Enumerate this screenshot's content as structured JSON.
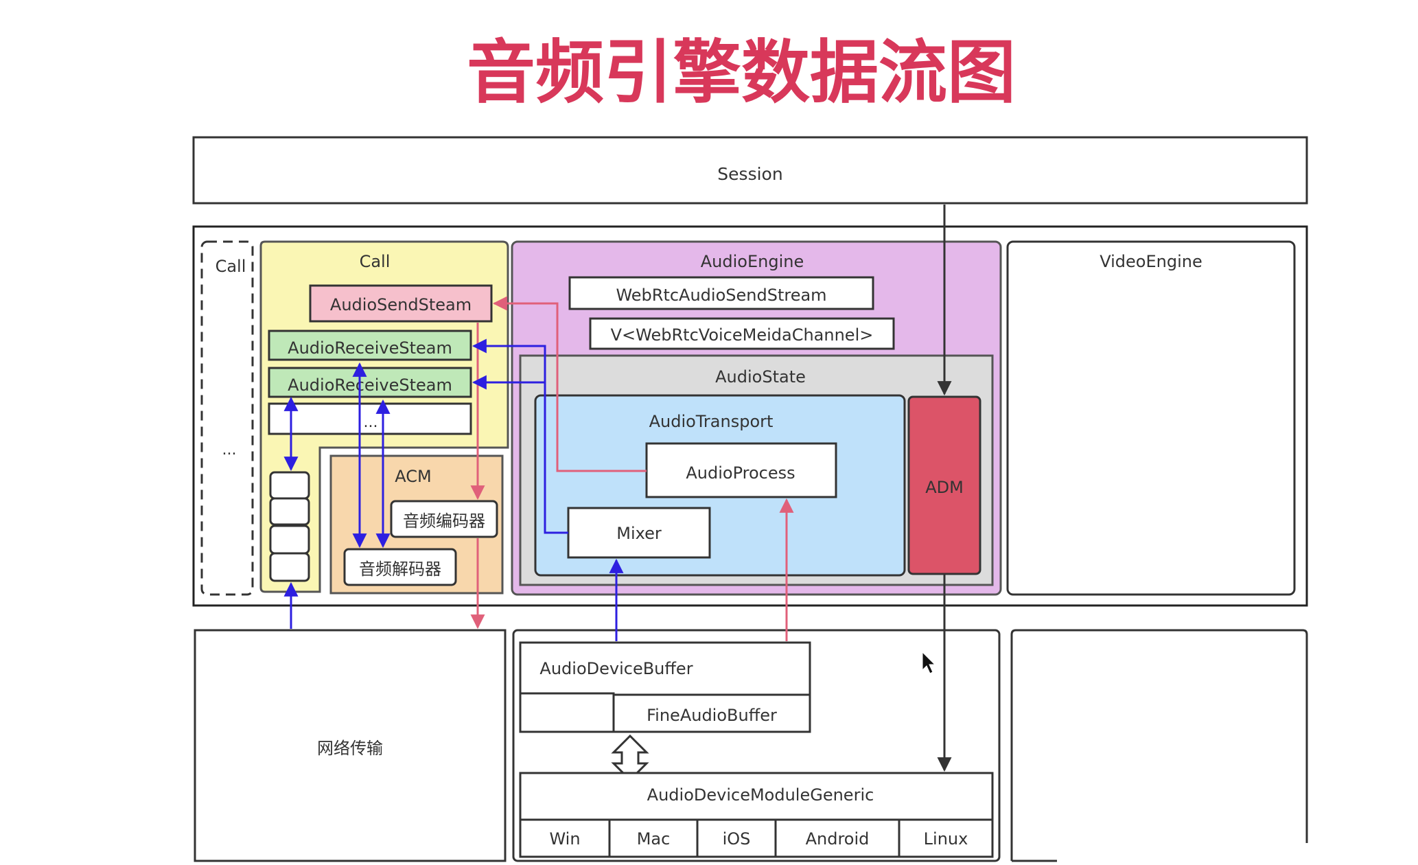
{
  "title": "音频引擎数据流图",
  "session": "Session",
  "call_outline": {
    "label": "Call",
    "ellipsis": "..."
  },
  "call": {
    "label": "Call",
    "send_stream": "AudioSendSteam",
    "receive_stream_1": "AudioReceiveSteam",
    "receive_stream_2": "AudioReceiveSteam",
    "more": "..."
  },
  "acm": {
    "label": "ACM",
    "encoder": "音频编码器",
    "decoder": "音频解码器"
  },
  "audio_engine": {
    "label": "AudioEngine",
    "send_stream": "WebRtcAudioSendStream",
    "channel": "V<WebRtcVoiceMeidaChannel>"
  },
  "audio_state": {
    "label": "AudioState"
  },
  "audio_transport": {
    "label": "AudioTransport",
    "process": "AudioProcess",
    "mixer": "Mixer"
  },
  "adm": "ADM",
  "video_engine": "VideoEngine",
  "network": "网络传输",
  "device": {
    "buffer": "AudioDeviceBuffer",
    "fine_buffer": "FineAudioBuffer",
    "module_generic": "AudioDeviceModuleGeneric",
    "platforms": [
      "Win",
      "Mac",
      "iOS",
      "Android",
      "Linux"
    ]
  },
  "colors": {
    "title": "#d8385a",
    "call_bg": "#faf6b4",
    "send_stream_bg": "#f6c0cc",
    "receive_stream_bg": "#bfe8b8",
    "acm_bg": "#f8d7ac",
    "audio_engine_bg": "#e4b8ea",
    "audio_state_bg": "#dcdcdc",
    "audio_transport_bg": "#bfe1fa",
    "adm_bg": "#dc5468",
    "blue_arrow": "#2d1fe0",
    "pink_arrow": "#e0607a",
    "black_arrow": "#333333"
  }
}
